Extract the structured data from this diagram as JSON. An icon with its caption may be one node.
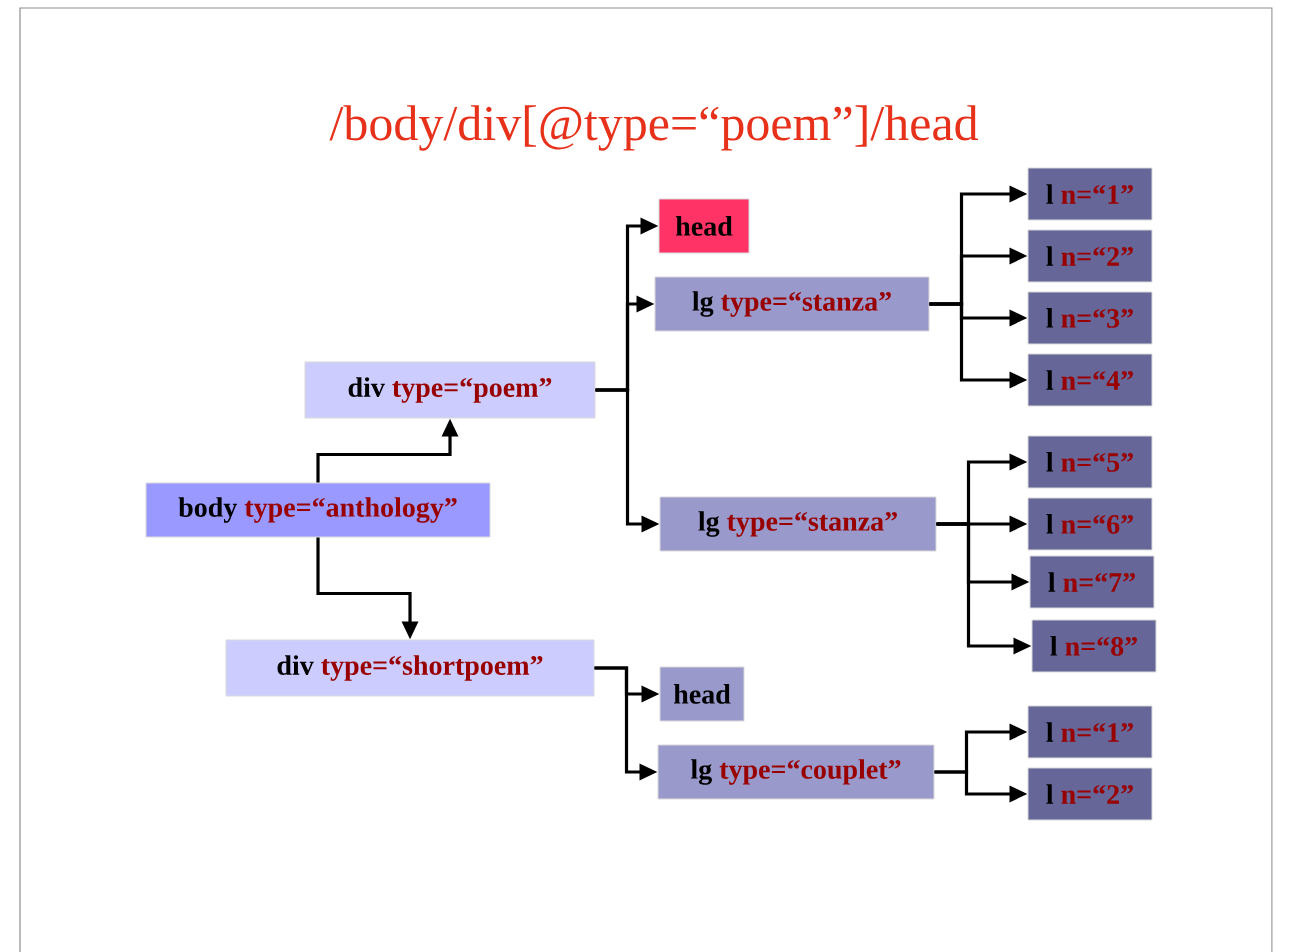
{
  "diagram": {
    "title": "/body/div[@type=“poem”]/head",
    "nodes": [
      {
        "text": [
          "body",
          "type=“anthology”"
        ]
      },
      {
        "text": [
          "div",
          "type=“poem”"
        ]
      },
      {
        "text": [
          "div",
          "type=“shortpoem”"
        ]
      },
      {
        "text": [
          "head"
        ]
      },
      {
        "text": [
          "lg",
          "type=“stanza”"
        ]
      },
      {
        "text": [
          "lg",
          "type=“stanza”"
        ]
      },
      {
        "text": [
          "l",
          "n=“1”"
        ]
      },
      {
        "text": [
          "l",
          "n=“2”"
        ]
      },
      {
        "text": [
          "l",
          "n=“3”"
        ]
      },
      {
        "text": [
          "l",
          "n=“4”"
        ]
      },
      {
        "text": [
          "l",
          "n=“5”"
        ]
      },
      {
        "text": [
          "l",
          "n=“6”"
        ]
      },
      {
        "text": [
          "l",
          "n=“7”"
        ]
      },
      {
        "text": [
          "l",
          "n=“8”"
        ]
      },
      {
        "text": [
          "head"
        ]
      },
      {
        "text": [
          "lg",
          "type=“couplet”"
        ]
      },
      {
        "text": [
          "l",
          "n=“1”"
        ]
      },
      {
        "text": [
          "l",
          "n=“2”"
        ]
      }
    ],
    "edges": [
      {
        "from": 0,
        "to": 1,
        "arrow": "to"
      },
      {
        "from": 0,
        "to": 2,
        "arrow": "to"
      },
      {
        "from": 1,
        "to": 3,
        "arrow": "to"
      },
      {
        "from": 1,
        "to": 4,
        "arrow": "to"
      },
      {
        "from": 1,
        "to": 5,
        "arrow": "to"
      },
      {
        "from": 4,
        "to": 6,
        "arrow": "to"
      },
      {
        "from": 4,
        "to": 7,
        "arrow": "to"
      },
      {
        "from": 4,
        "to": 8,
        "arrow": "to"
      },
      {
        "from": 4,
        "to": 9,
        "arrow": "to"
      },
      {
        "from": 5,
        "to": 10,
        "arrow": "to"
      },
      {
        "from": 5,
        "to": 11,
        "arrow": "to"
      },
      {
        "from": 5,
        "to": 12,
        "arrow": "to"
      },
      {
        "from": 5,
        "to": 13,
        "arrow": "to"
      },
      {
        "from": 2,
        "to": 14,
        "arrow": "to"
      },
      {
        "from": 2,
        "to": 15,
        "arrow": "to"
      },
      {
        "from": 15,
        "to": 16,
        "arrow": "to"
      },
      {
        "from": 15,
        "to": 17,
        "arrow": "to"
      }
    ]
  }
}
